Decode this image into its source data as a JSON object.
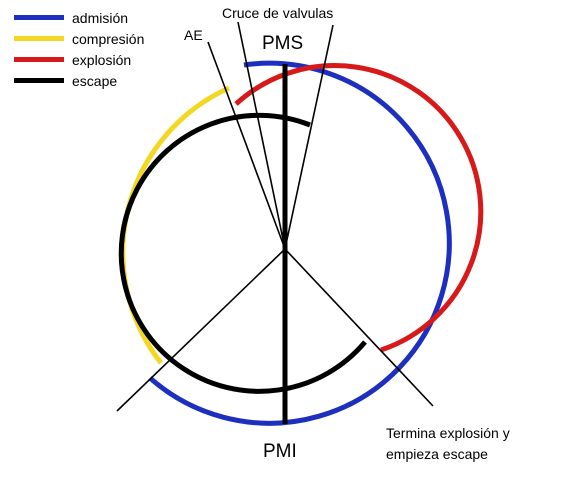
{
  "legend": [
    {
      "label": "admisión",
      "color": "#1c2fbf"
    },
    {
      "label": "compresión",
      "color": "#f2d723"
    },
    {
      "label": "explosión",
      "color": "#d8191a"
    },
    {
      "label": "escape",
      "color": "#000000"
    }
  ],
  "labels": {
    "valve_overlap": "Cruce de valvulas",
    "ae": "AE",
    "pms": "PMS",
    "pmi": "PMI",
    "end_explosion_line1": "Termina explosión y",
    "end_explosion_line2": "empieza escape"
  },
  "colors": {
    "admision": "#1c2fbf",
    "compresion": "#f2d723",
    "explosion": "#d8191a",
    "escape": "#000000"
  }
}
